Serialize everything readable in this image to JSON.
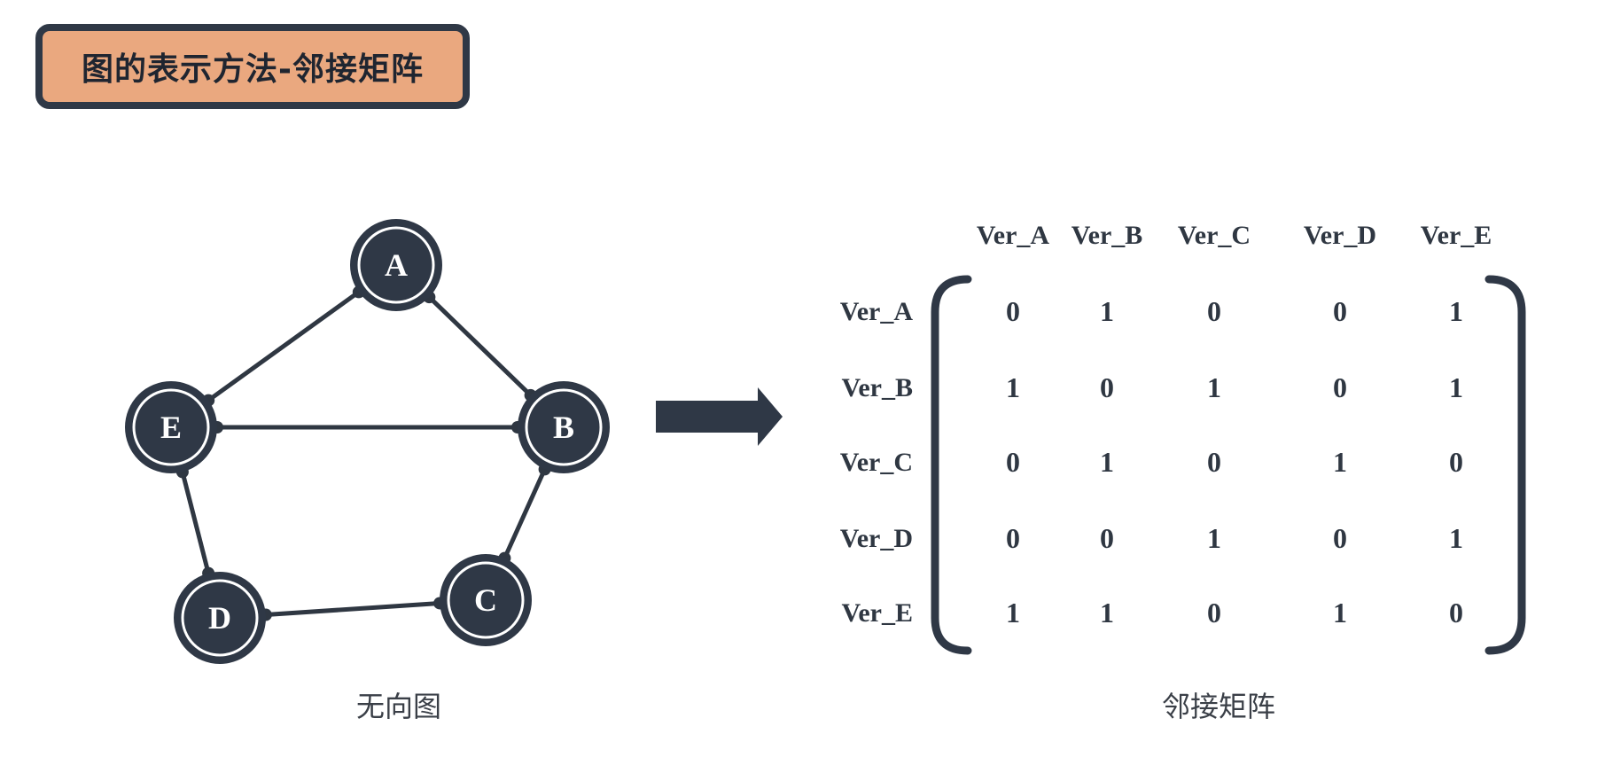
{
  "title": "图的表示方法-邻接矩阵",
  "graph": {
    "caption": "无向图",
    "nodes": [
      {
        "id": "A",
        "label": "A"
      },
      {
        "id": "B",
        "label": "B"
      },
      {
        "id": "C",
        "label": "C"
      },
      {
        "id": "D",
        "label": "D"
      },
      {
        "id": "E",
        "label": "E"
      }
    ],
    "edges": [
      [
        "A",
        "B"
      ],
      [
        "A",
        "E"
      ],
      [
        "E",
        "B"
      ],
      [
        "B",
        "C"
      ],
      [
        "C",
        "D"
      ],
      [
        "D",
        "E"
      ]
    ]
  },
  "matrix": {
    "caption": "邻接矩阵",
    "col_headers": [
      "Ver_A",
      "Ver_B",
      "Ver_C",
      "Ver_D",
      "Ver_E"
    ],
    "row_headers": [
      "Ver_A",
      "Ver_B",
      "Ver_C",
      "Ver_D",
      "Ver_E"
    ],
    "values": [
      [
        0,
        1,
        0,
        0,
        1
      ],
      [
        1,
        0,
        1,
        0,
        1
      ],
      [
        0,
        1,
        0,
        1,
        0
      ],
      [
        0,
        0,
        1,
        0,
        1
      ],
      [
        1,
        1,
        0,
        1,
        0
      ]
    ]
  },
  "colors": {
    "node_fill": "#2f3846",
    "edge": "#2f3742",
    "title_bg": "#eaa87f",
    "title_border": "#2f3846"
  }
}
